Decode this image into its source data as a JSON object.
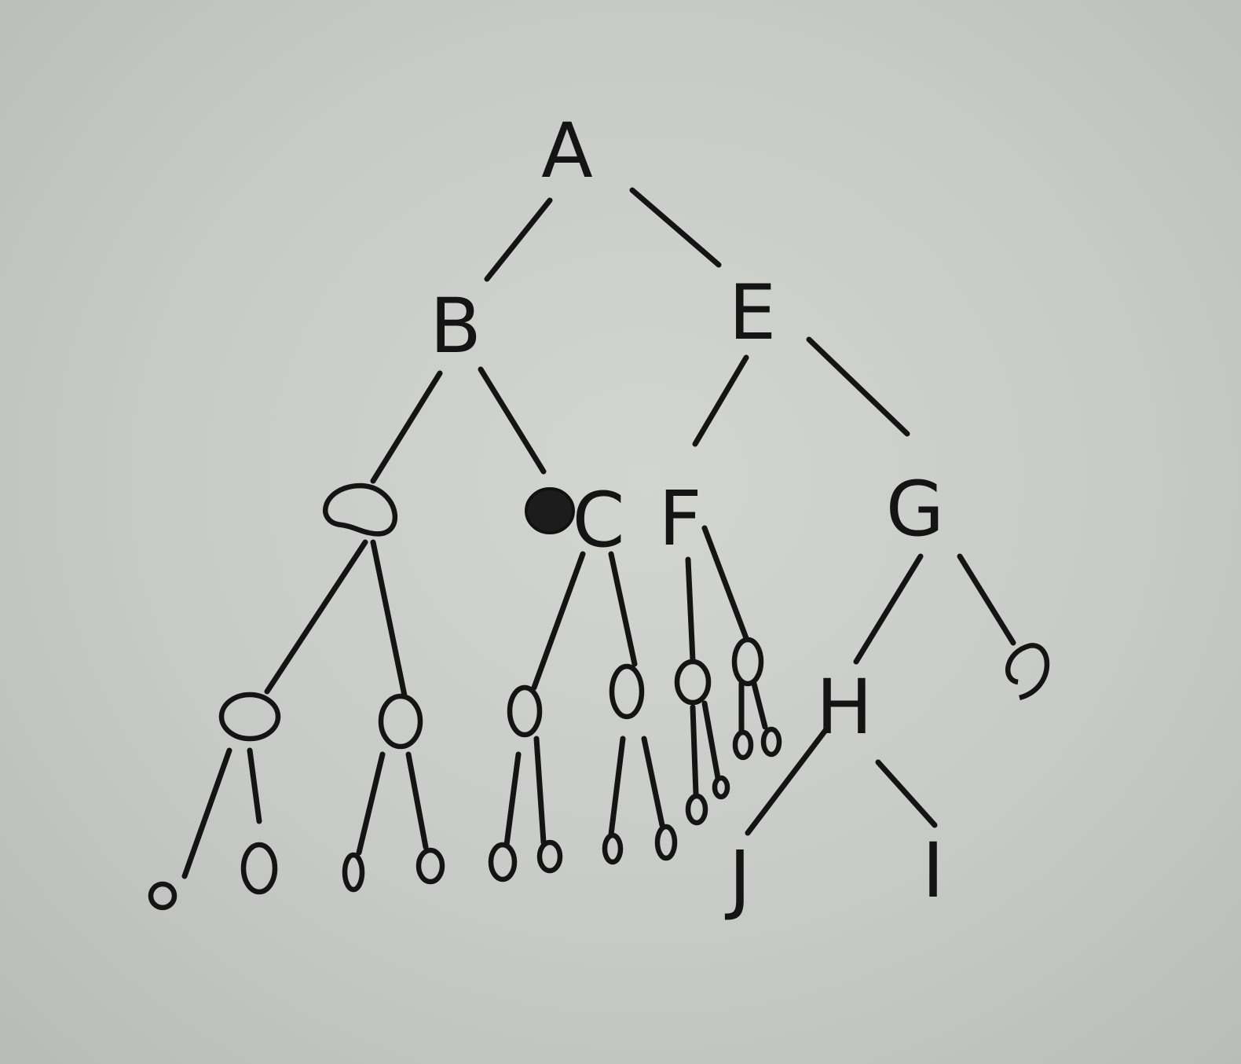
{
  "diagram": {
    "nodes": [
      {
        "id": "A",
        "label": "A"
      },
      {
        "id": "B",
        "label": "B"
      },
      {
        "id": "E",
        "label": "E"
      },
      {
        "id": "C",
        "label": "C"
      },
      {
        "id": "F",
        "label": "F"
      },
      {
        "id": "G",
        "label": "G"
      },
      {
        "id": "H",
        "label": "H"
      },
      {
        "id": "J",
        "label": "J"
      },
      {
        "id": "I",
        "label": "I"
      }
    ],
    "edges": [
      [
        "A",
        "B"
      ],
      [
        "A",
        "E"
      ],
      [
        "B",
        "u1"
      ],
      [
        "B",
        "C"
      ],
      [
        "E",
        "F"
      ],
      [
        "E",
        "G"
      ],
      [
        "u1",
        "u2"
      ],
      [
        "u1",
        "u3"
      ],
      [
        "C",
        "u4"
      ],
      [
        "C",
        "u5"
      ],
      [
        "F",
        "u6"
      ],
      [
        "F",
        "u7"
      ],
      [
        "G",
        "H"
      ],
      [
        "G",
        "u8"
      ],
      [
        "H",
        "J"
      ],
      [
        "H",
        "I"
      ],
      [
        "u2",
        "l1"
      ],
      [
        "u2",
        "l2"
      ],
      [
        "u3",
        "l3"
      ],
      [
        "u3",
        "l4"
      ],
      [
        "u4",
        "l5"
      ],
      [
        "u4",
        "l6"
      ],
      [
        "u5",
        "l7"
      ],
      [
        "u5",
        "l8"
      ],
      [
        "u6",
        "l9"
      ],
      [
        "u6",
        "l10"
      ],
      [
        "u7",
        "l11"
      ],
      [
        "u7",
        "l12"
      ]
    ]
  }
}
